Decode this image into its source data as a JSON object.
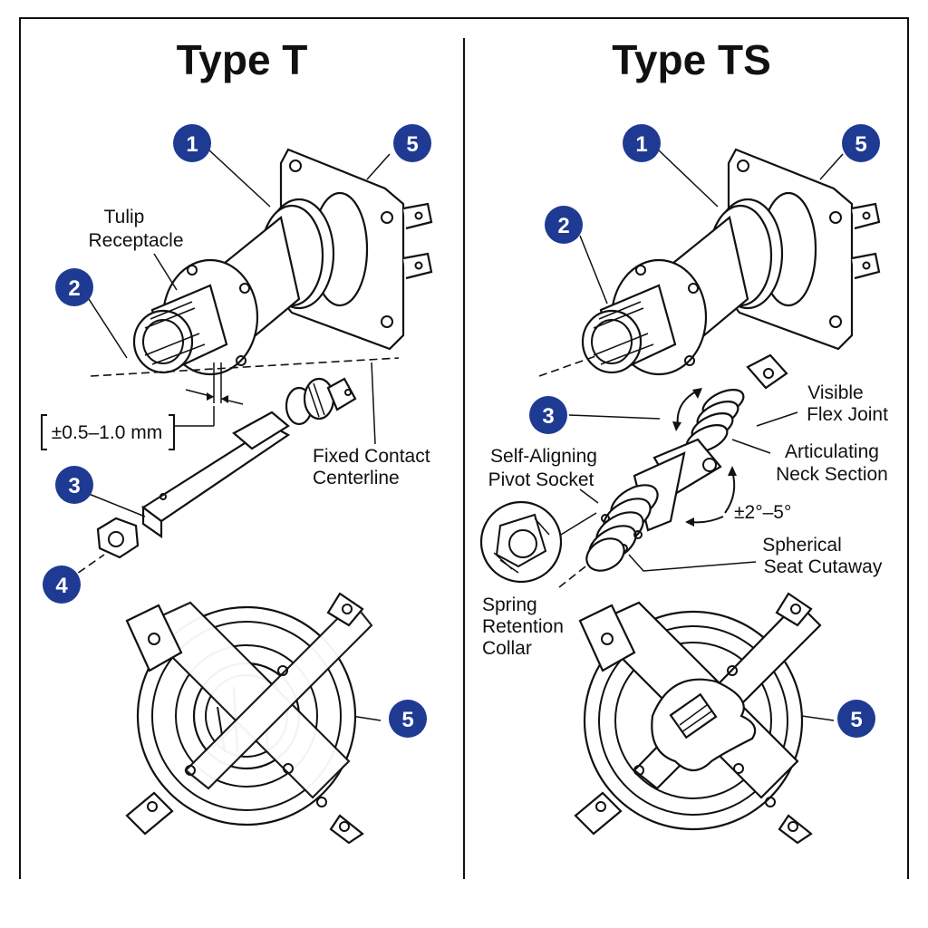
{
  "panels": {
    "left": {
      "title": "Type T",
      "labels": {
        "tulip": [
          "Tulip",
          "Receptacle"
        ],
        "tolerance": "±0.5–1.0 mm",
        "centerline": [
          "Fixed Contact",
          "Centerline"
        ]
      },
      "badges": [
        "1",
        "2",
        "3",
        "4",
        "5",
        "5"
      ]
    },
    "right": {
      "title": "Type TS",
      "labels": {
        "flex": [
          "Visible",
          "Flex Joint"
        ],
        "neck": [
          "Articulating",
          "Neck Section"
        ],
        "pivot": [
          "Self-Aligning",
          "Pivot Socket"
        ],
        "angle": "±2°–5°",
        "seat": [
          "Spherical",
          "Seat Cutaway"
        ],
        "spring": [
          "Spring",
          "Retention",
          "Collar"
        ]
      },
      "badges": [
        "1",
        "2",
        "3",
        "5",
        "5"
      ]
    }
  },
  "colors": {
    "badge": "#1f3a93",
    "line": "#111111",
    "background": "#ffffff"
  }
}
